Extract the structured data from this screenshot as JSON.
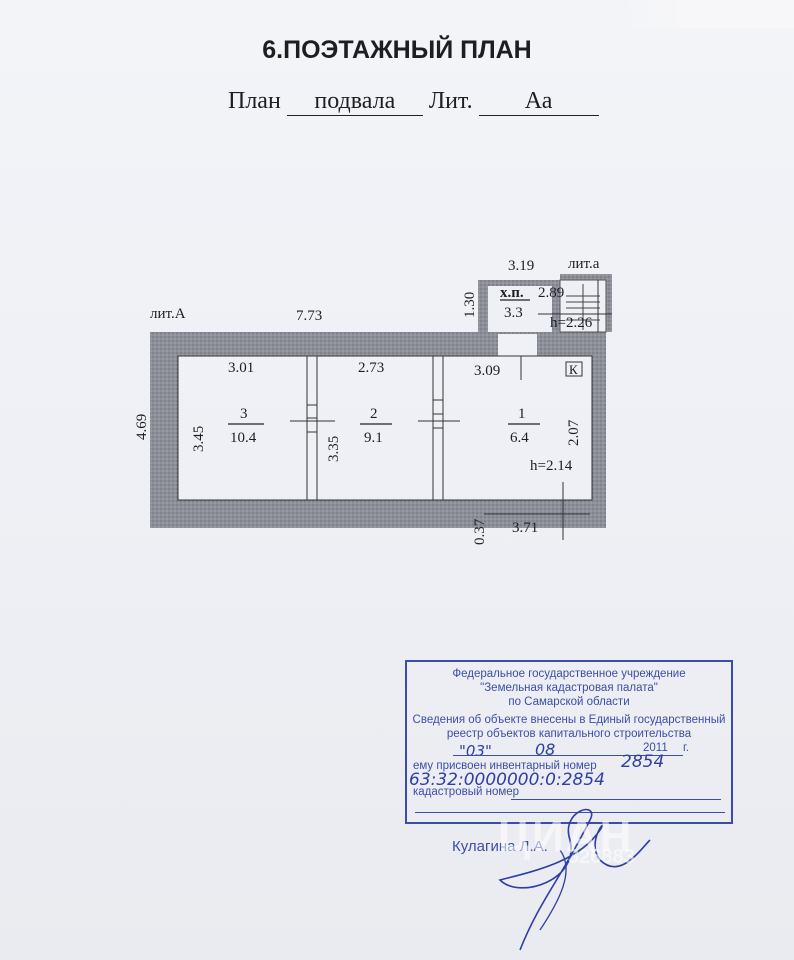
{
  "header": {
    "title": "6.ПОЭТАЖНЫЙ ПЛАН",
    "plan_label": "План",
    "plan_value": "подвала",
    "lit_label": "Лит.",
    "lit_value": "Аа"
  },
  "floor_plan": {
    "lit_A": "лит.А",
    "lit_a": "лит.а",
    "overall_width": "7.73",
    "overall_depth": "4.69",
    "annex_width": "3.19",
    "annex_depth": "1.30",
    "annex_room_label": "х.п.",
    "annex_room_area": "3.3",
    "annex_room_width": "2.89",
    "annex_height": "h=2.26",
    "rooms": [
      {
        "number": "3",
        "area": "10.4",
        "width": "3.01",
        "depth": "3.45"
      },
      {
        "number": "2",
        "area": "9.1",
        "width": "2.73",
        "depth": "3.35"
      },
      {
        "number": "1",
        "area": "6.4",
        "width": "3.09",
        "depth": "2.07"
      }
    ],
    "room1_height": "h=2.14",
    "k_mark": "К",
    "bottom_offset": "0.37",
    "bottom_width": "3.71"
  },
  "stamp": {
    "line1": "Федеральное государственное учреждение",
    "line2": "\"Земельная кадастровая палата\"",
    "line3": "по Самарской области",
    "line4": "Сведения об объекте внесены в Единый государственный",
    "line5": "реестр объектов капитального строительства",
    "date_day": "\"03\"",
    "date_month": "08",
    "date_year": "2011",
    "date_suffix": "г.",
    "inventory_label": "ему присвоен инвентарный номер",
    "inventory_value": "2854",
    "cadastral_label": "кадастровый номер",
    "cadastral_value": "63:32:0000000:0:2854",
    "signer": "Кулагина Л.А."
  },
  "watermark": {
    "brand": "ЦИАН",
    "code": "326883"
  }
}
